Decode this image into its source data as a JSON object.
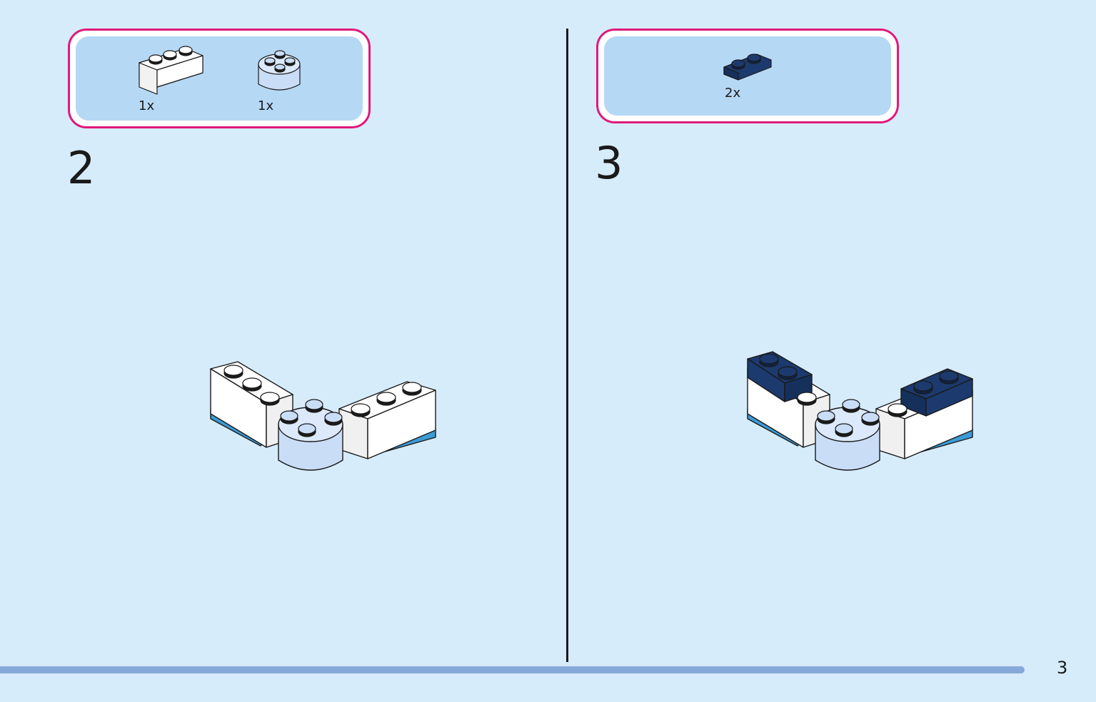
{
  "steps": [
    {
      "number": "2",
      "parts": [
        {
          "icon": "white-1x3-brick-icon",
          "qty": "1x"
        },
        {
          "icon": "light-blue-round-brick-icon",
          "qty": "1x"
        }
      ]
    },
    {
      "number": "3",
      "parts": [
        {
          "icon": "dark-blue-1x2-plate-icon",
          "qty": "2x"
        }
      ]
    }
  ],
  "page_number": "3",
  "colors": {
    "background": "#d6ecfb",
    "parts_box_border": "#e0197d",
    "parts_box_fill": "#b5d8f5",
    "progress_bar": "#87a9d9",
    "brick_white": "#ffffff",
    "brick_light_blue": "#c9ddf7",
    "brick_dark_blue": "#1c3a6e",
    "wing_blue": "#3d9bd6"
  }
}
